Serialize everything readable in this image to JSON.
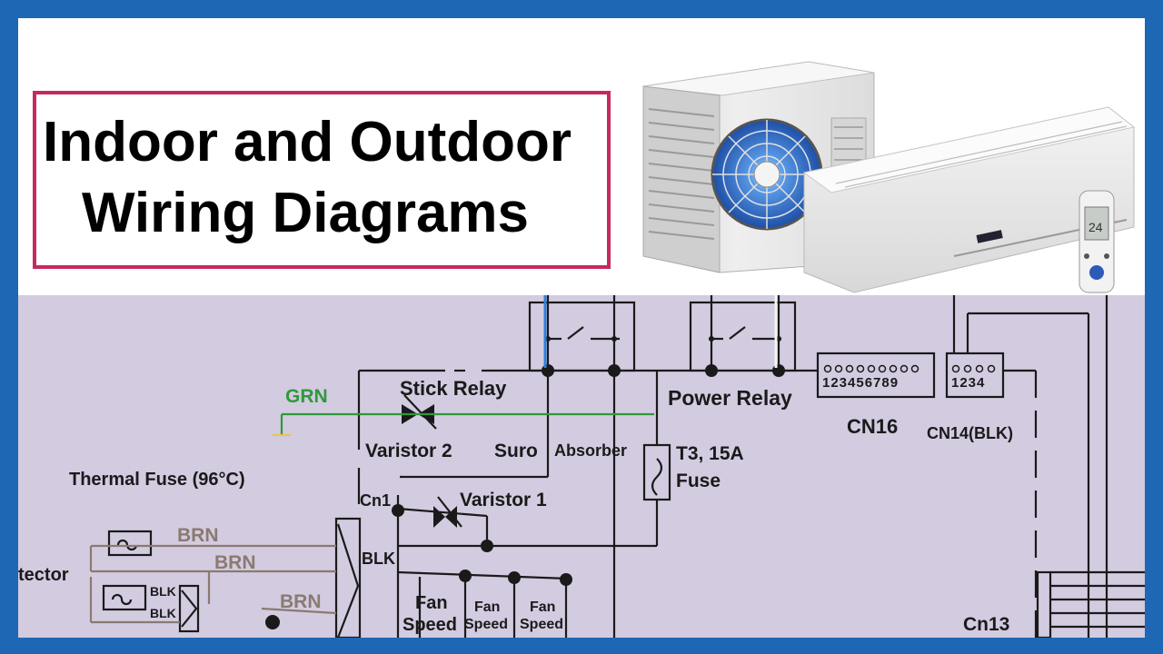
{
  "title": {
    "line1": "Indoor and Outdoor",
    "line2": "Wiring Diagrams"
  },
  "unit_display": "24",
  "diagram": {
    "labels": {
      "grn": "GRN",
      "stick_relay": "Stick Relay",
      "power_relay": "Power Relay",
      "varistor2": "Varistor 2",
      "suro": "Suro",
      "absorber": "Absorber",
      "t3": "T3, 15A",
      "fuse": "Fuse",
      "cn16": "CN16",
      "cn16_pins": "123456789",
      "cn14": "CN14(BLK)",
      "cn14_pins": "1234",
      "thermal_fuse": "Thermal Fuse (96°C)",
      "cn1": "Cn1",
      "varistor1": "Varistor 1",
      "brn1": "BRN",
      "brn2": "BRN",
      "brn3": "BRN",
      "detector": "tector",
      "blk": "BLK",
      "blk_a": "BLK",
      "blk_b": "BLK",
      "fan1a": "Fan",
      "fan1b": "Speed",
      "fan2a": "Fan",
      "fan2b": "Speed",
      "fan3a": "Fan",
      "fan3b": "Speed",
      "cn13": "Cn13"
    },
    "colors": {
      "background": "#d3cbe0",
      "wire": "#1a1a1a",
      "ground_wire": "#2e9a3a",
      "brn_wire": "#8a7a70",
      "blue_wire": "#2f7fe0"
    }
  },
  "frame_color": "#1d67b4",
  "title_border_color": "#c8295d"
}
